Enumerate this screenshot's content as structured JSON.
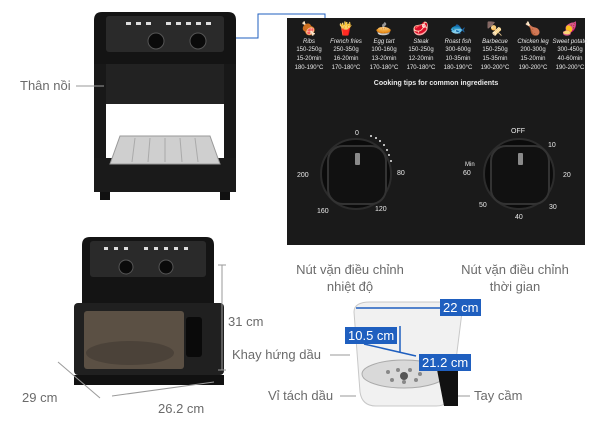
{
  "labels": {
    "body_label": "Thân nồi",
    "temp_knob_label_1": "Nút vặn điều chỉnh",
    "temp_knob_label_2": "nhiệt độ",
    "time_knob_label_1": "Nút vặn điều chỉnh",
    "time_knob_label_2": "thời gian",
    "height_dim": "31 cm",
    "depth_dim": "29 cm",
    "width_dim": "26.2 cm",
    "drip_tray": "Khay hứng dầu",
    "oil_separator": "Vỉ tách dầu",
    "handle": "Tay cầm",
    "basket_length": "22 cm",
    "basket_depth": "10.5 cm",
    "basket_width": "21.2 cm"
  },
  "panel": {
    "tips_title": "Cooking tips for common ingredients",
    "foods": [
      {
        "icon": "rib-icon",
        "glyph": "🍖",
        "name": "Ribs",
        "weight": "150-250g",
        "time": "15-20min",
        "temp": "180-190°C"
      },
      {
        "icon": "fries-icon",
        "glyph": "🍟",
        "name": "French fries",
        "weight": "250-350g",
        "time": "16-20min",
        "temp": "170-180°C"
      },
      {
        "icon": "egg-tart-icon",
        "glyph": "🥧",
        "name": "Egg tart",
        "weight": "100-160g",
        "time": "13-20min",
        "temp": "170-180°C"
      },
      {
        "icon": "steak-icon",
        "glyph": "🥩",
        "name": "Steak",
        "weight": "150-250g",
        "time": "12-20min",
        "temp": "170-180°C"
      },
      {
        "icon": "fish-icon",
        "glyph": "🐟",
        "name": "Roast fish",
        "weight": "300-600g",
        "time": "10-35min",
        "temp": "180-190°C"
      },
      {
        "icon": "barbecue-icon",
        "glyph": "🍢",
        "name": "Barbecue",
        "weight": "150-250g",
        "time": "15-35min",
        "temp": "190-200°C"
      },
      {
        "icon": "chicken-leg-icon",
        "glyph": "🍗",
        "name": "Chicken leg",
        "weight": "200-300g",
        "time": "15-20min",
        "temp": "190-200°C"
      },
      {
        "icon": "sweet-potato-icon",
        "glyph": "🍠",
        "name": "Sweet potato",
        "weight": "300-450g",
        "time": "40-60min",
        "temp": "190-200°C"
      }
    ],
    "temp_scale": [
      "0",
      "80",
      "120",
      "160",
      "200"
    ],
    "time_scale": [
      "OFF",
      "10",
      "20",
      "30",
      "40",
      "50",
      "60",
      "Min"
    ]
  },
  "colors": {
    "panel_bg": "#1a1a1a",
    "dimension_box": "#1f5fbf",
    "label_text": "#6b6b6b",
    "dimension_line": "#9a9a9a"
  }
}
